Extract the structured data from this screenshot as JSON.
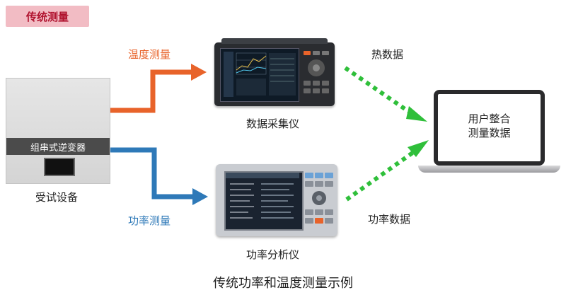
{
  "header": {
    "badge": "传统测量"
  },
  "flows": {
    "temperature_measurement": "温度测量",
    "power_measurement": "功率测量",
    "heat_data": "热数据",
    "power_data": "功率数据"
  },
  "devices": {
    "dut_label": "受试设备",
    "dut_band": "组串式逆变器",
    "logger_label": "数据采集仪",
    "analyzer_label": "功率分析仪",
    "laptop_line1": "用户整合",
    "laptop_line2": "测量数据"
  },
  "caption": "传统功率和温度测量示例",
  "colors": {
    "badge_bg": "#f2bcc4",
    "badge_text": "#b0122e",
    "temperature": "#e8632a",
    "power": "#2e79b8",
    "data_flow": "#2fbf3a"
  },
  "icons": {
    "logger": "data-logger-icon",
    "analyzer": "power-analyzer-icon",
    "laptop": "laptop-icon",
    "inverter": "inverter-icon"
  }
}
